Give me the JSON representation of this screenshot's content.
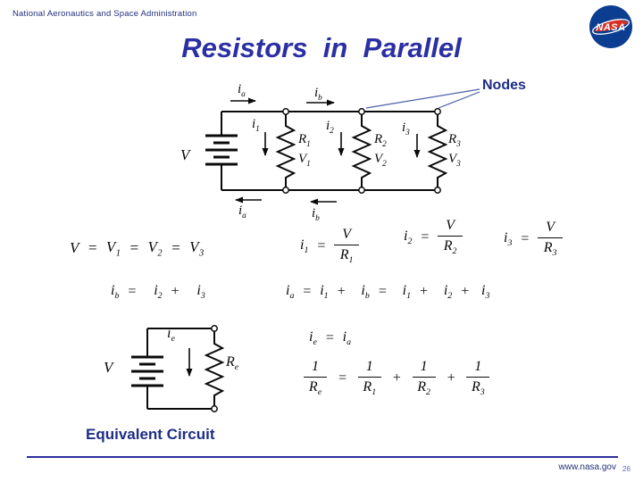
{
  "header": {
    "agency": "National Aeronautics and Space Administration"
  },
  "logo": {
    "name": "NASA"
  },
  "title": "Resistors  in  Parallel",
  "labels": {
    "nodes": "Nodes",
    "equivalent_circuit": "Equivalent Circuit"
  },
  "sym": {
    "V": "V",
    "R": "R",
    "i": "i",
    "n1": "1",
    "n2": "2",
    "n3": "3",
    "a": "a",
    "b": "b",
    "e": "e",
    "eq": "=",
    "plus": "+"
  },
  "footer": {
    "url": "www.nasa.gov",
    "page": "26"
  }
}
